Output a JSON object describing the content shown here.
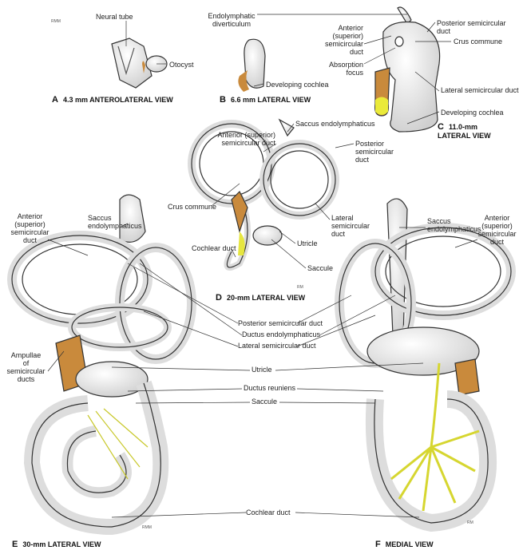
{
  "panels": {
    "a": {
      "letter": "A",
      "caption": "4.3 mm  ANTEROLATERAL VIEW",
      "labels": {
        "neural_tube": "Neural tube",
        "otocyst": "Otocyst"
      },
      "signature": "RMM"
    },
    "b": {
      "letter": "B",
      "caption": "6.6 mm  LATERAL VIEW",
      "labels": {
        "endolymphatic_diverticulum": "Endolymphatic\ndiverticulum",
        "developing_cochlea": "Developing cochlea"
      }
    },
    "c": {
      "letter": "C",
      "caption": "11.0-mm\nLATERAL VIEW",
      "labels": {
        "posterior_semicircular_duct": "Posterior semicircular duct",
        "crus_commune": "Crus commune",
        "anterior_duct": "Anterior\n(superior)\nsemicircular\nduct",
        "absorption_focus": "Absorption\nfocus",
        "lateral_semicircular_duct": "Lateral semicircular duct",
        "developing_cochlea": "Developing cochlea"
      }
    },
    "d": {
      "letter": "D",
      "caption": "20-mm  LATERAL VIEW",
      "labels": {
        "anterior_duct": "Anterior (superior)\nsemicircular duct",
        "saccus": "Saccus endolymphaticus",
        "posterior_duct": "Posterior\nsemicircular\nduct",
        "crus_commune": "Crus commune",
        "lateral_duct": "Lateral\nsemicircular\nduct",
        "utricle": "Utricle",
        "cochlear_duct": "Cochlear duct",
        "saccule": "Saccule"
      },
      "signature": "RM"
    },
    "e": {
      "letter": "E",
      "caption": "30-mm LATERAL VIEW",
      "labels": {
        "anterior_duct": "Anterior\n(superior)\nsemicircular\nduct",
        "saccus": "Saccus\nendolymphaticus",
        "ampullae": "Ampullae\nof\nsemicircular\nducts"
      },
      "signature": "RMM"
    },
    "f": {
      "letter": "F",
      "caption": "MEDIAL VIEW",
      "labels": {
        "saccus": "Saccus\nendolymphaticus",
        "anterior_duct": "Anterior\n(superior)\nsemicircular\nduct"
      },
      "signature": "RM"
    }
  },
  "shared_labels": {
    "posterior_semicircular_duct": "Posterior semicircular duct",
    "ductus_endolymphaticus": "Ductus endolymphaticus",
    "lateral_semicircular_duct": "Lateral semicircular duct",
    "utricle": "Utricle",
    "ductus_reuniens": "Ductus reuniens",
    "saccule": "Saccule",
    "cochlear_duct": "Cochlear duct"
  },
  "colors": {
    "ganglion": "#c98a3c",
    "nerve": "#e6e640",
    "duct_outline": "#333333",
    "duct_fill": "#f2f2f2"
  }
}
